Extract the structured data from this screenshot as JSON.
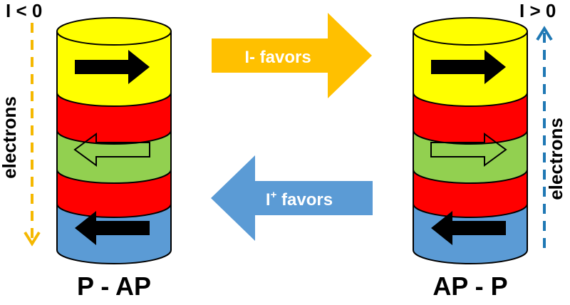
{
  "left_stack": {
    "current_label": "I < 0",
    "electrons_label": "electrons",
    "state_label": "P - AP",
    "electron_color": "#f5b800"
  },
  "right_stack": {
    "current_label": "I > 0",
    "electrons_label": "electrons",
    "state_label": "AP - P",
    "electron_color": "#1f78b4"
  },
  "transitions": {
    "to_right_label": "I- favors",
    "to_right_color": "#ffc000",
    "to_left_label_main": "I",
    "to_left_label_sup": "+",
    "to_left_label_rest": " favors",
    "to_left_color": "#5b9bd5"
  },
  "layers": {
    "top_color": "#ffff00",
    "spacer_color": "#ff0000",
    "free_color": "#92d050",
    "bottom_color": "#5b9bd5"
  },
  "magnetization": {
    "left_free_layer": "left",
    "right_free_layer": "right",
    "top_layer": "right",
    "bottom_layer": "left"
  },
  "icons": {
    "solid_arrow": "solid-arrow-icon",
    "hollow_arrow": "hollow-arrow-icon"
  }
}
